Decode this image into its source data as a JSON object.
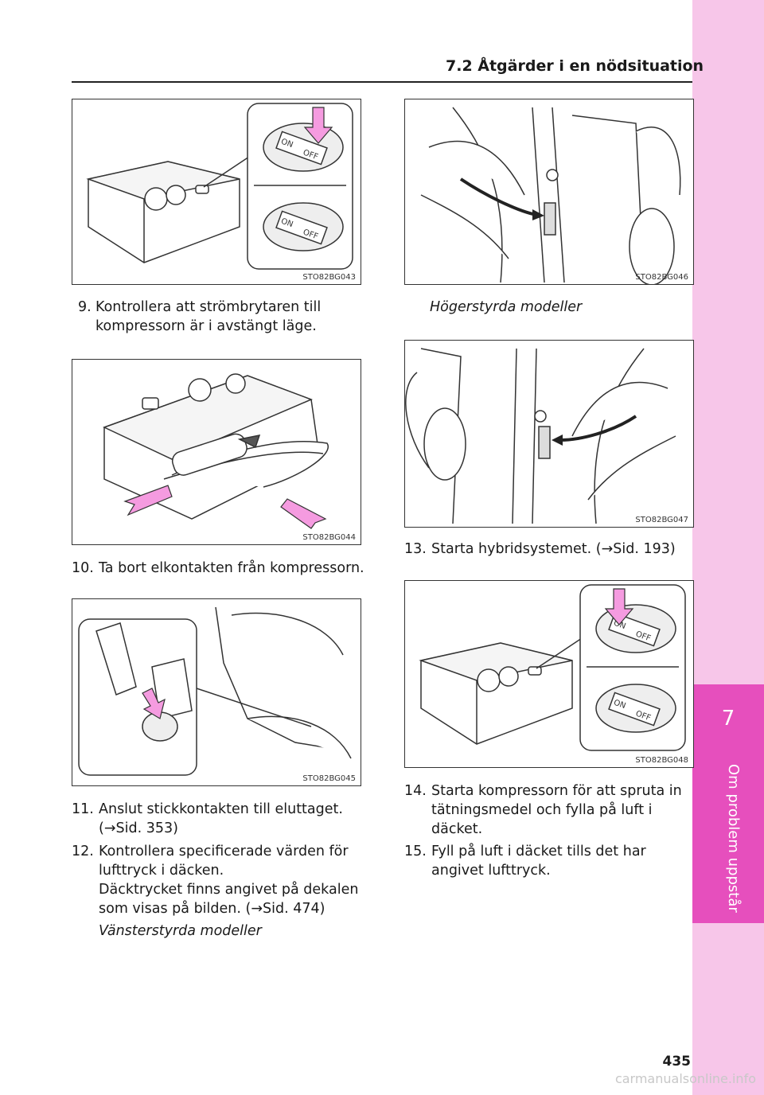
{
  "header": {
    "section": "7.2  Åtgärder i en nödsituation"
  },
  "side_tab": {
    "chapter_number": "7",
    "chapter_title": "Om problem uppstår"
  },
  "figures": {
    "f043": "STO82BG043",
    "f044": "STO82BG044",
    "f045": "STO82BG045",
    "f046": "STO82BG046",
    "f047": "STO82BG047",
    "f048": "STO82BG048"
  },
  "switch_labels": {
    "on": "ON",
    "off": "OFF"
  },
  "steps": [
    {
      "num": "9.",
      "text": "Kontrollera att strömbrytaren till kompressorn är i avstängt läge."
    },
    {
      "num": "10.",
      "text": "Ta bort elkontakten från kompressorn."
    },
    {
      "num": "11.",
      "text": "Anslut stickkontakten till eluttaget. (→Sid. 353)"
    },
    {
      "num": "12.",
      "text": "Kontrollera specificerade värden för lufttryck i däcken."
    },
    {
      "num": "13.",
      "text": "Starta hybridsystemet. (→Sid. 193)"
    },
    {
      "num": "14.",
      "text": "Starta kompressorn för att spruta in tätningsmedel och fylla på luft i däcket."
    },
    {
      "num": "15.",
      "text": "Fyll på luft i däcket tills det har angivet lufttryck."
    }
  ],
  "notes": {
    "tire_pressure": "Däcktrycket finns angivet på dekalen som visas på bilden. (→Sid. 474)",
    "lhd": "Vänsterstyrda modeller",
    "rhd": "Högerstyrda modeller"
  },
  "page_number": "435",
  "watermark": "carmanualsonline.info",
  "colors": {
    "tab_light": "#f7c6e9",
    "tab_dark": "#e64fbd",
    "arrow_pink": "#f59be0"
  }
}
